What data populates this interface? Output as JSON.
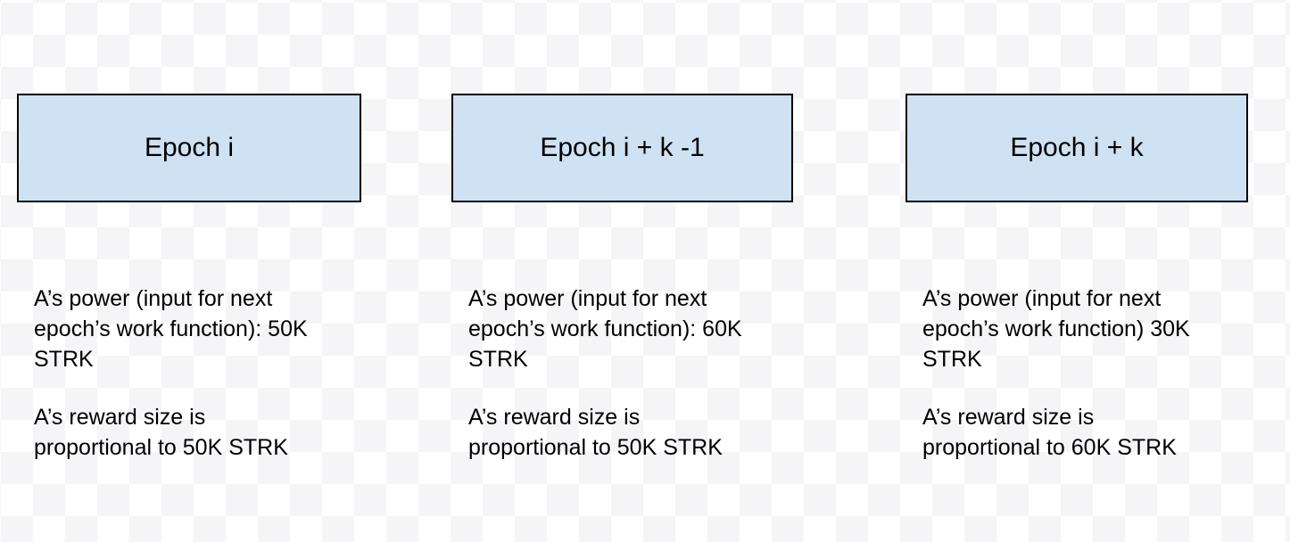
{
  "diagram": {
    "epochs": [
      {
        "box_label": "Epoch i",
        "power_text": "A’s power (input for next\nepoch’s work function): 50K\nSTRK",
        "reward_text": "A’s reward size is\nproportional to 50K STRK"
      },
      {
        "box_label": "Epoch i + k -1",
        "power_text": "A’s power (input for next\nepoch’s work function): 60K\nSTRK",
        "reward_text": "A’s reward size is\nproportional to 50K STRK"
      },
      {
        "box_label": "Epoch i + k",
        "power_text": "A’s power (input for next\nepoch’s work function) 30K\nSTRK",
        "reward_text": "A’s reward size is\nproportional to 60K STRK"
      }
    ],
    "colors": {
      "box_fill": "#cfe2f3",
      "box_border": "#000000",
      "text": "#000000",
      "checker_light": "#ffffff",
      "checker_dark": "#f5f5f7"
    }
  }
}
